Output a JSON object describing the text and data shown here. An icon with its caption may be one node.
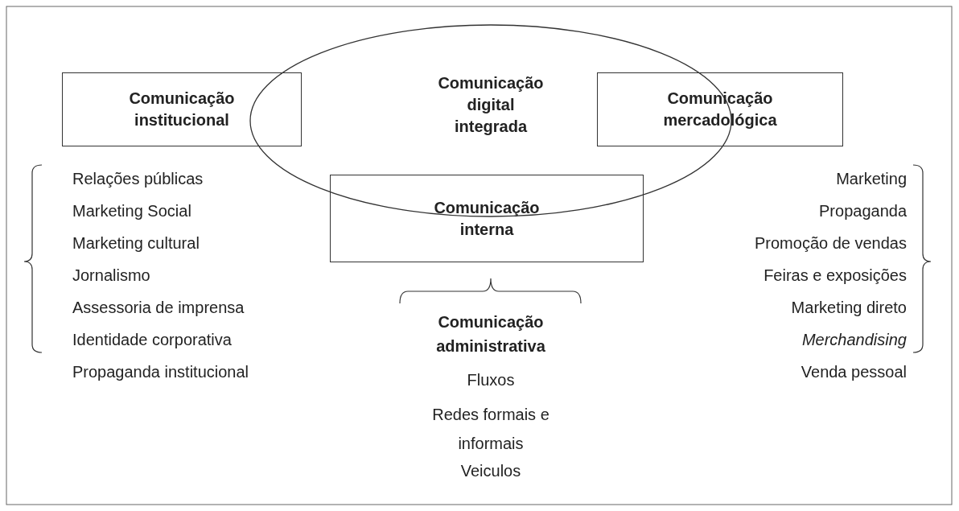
{
  "diagram": {
    "nodes": [
      {
        "text": [
          "Comunicação institucional"
        ]
      },
      {
        "text": [
          "Comunicação digital integrada"
        ]
      },
      {
        "text": [
          "Comunicação mercadológica"
        ]
      },
      {
        "text": [
          "Comunicação interna"
        ]
      }
    ],
    "labels": [
      "Relações públicas",
      "Marketing Social",
      "Marketing cultural",
      "Jornalismo",
      "Assessoria de imprensa",
      "Identidade corporativa",
      "Propaganda institucional",
      "Comunicação administrativa",
      "Fluxos",
      "Redes formais e informais",
      "Veiculos",
      "Marketing",
      "Propaganda",
      "Promoção de vendas",
      "Feiras e exposições",
      "Marketing direto",
      "Merchandising",
      "Venda pessoal"
    ]
  }
}
